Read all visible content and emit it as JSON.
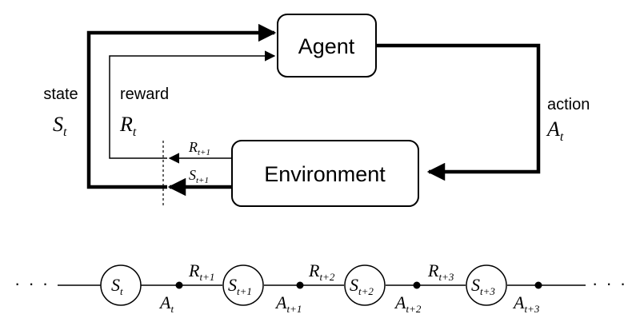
{
  "loop": {
    "agent_label": "Agent",
    "environment_label": "Environment",
    "state": {
      "word": "state",
      "symbol": "S",
      "sub": "t"
    },
    "reward": {
      "word": "reward",
      "symbol": "R",
      "sub": "t"
    },
    "action": {
      "word": "action",
      "symbol": "A",
      "sub": "t"
    },
    "next_reward": {
      "symbol": "R",
      "sub": "t+1"
    },
    "next_state": {
      "symbol": "S",
      "sub": "t+1"
    }
  },
  "trajectory": {
    "left_ellipsis": "· · ·",
    "right_ellipsis": "· · ·",
    "states": [
      {
        "symbol": "S",
        "sub": "t"
      },
      {
        "symbol": "S",
        "sub": "t+1"
      },
      {
        "symbol": "S",
        "sub": "t+2"
      },
      {
        "symbol": "S",
        "sub": "t+3"
      }
    ],
    "actions": [
      {
        "symbol": "A",
        "sub": "t"
      },
      {
        "symbol": "A",
        "sub": "t+1"
      },
      {
        "symbol": "A",
        "sub": "t+2"
      },
      {
        "symbol": "A",
        "sub": "t+3"
      }
    ],
    "rewards": [
      {
        "symbol": "R",
        "sub": "t+1"
      },
      {
        "symbol": "R",
        "sub": "t+2"
      },
      {
        "symbol": "R",
        "sub": "t+3"
      }
    ]
  }
}
